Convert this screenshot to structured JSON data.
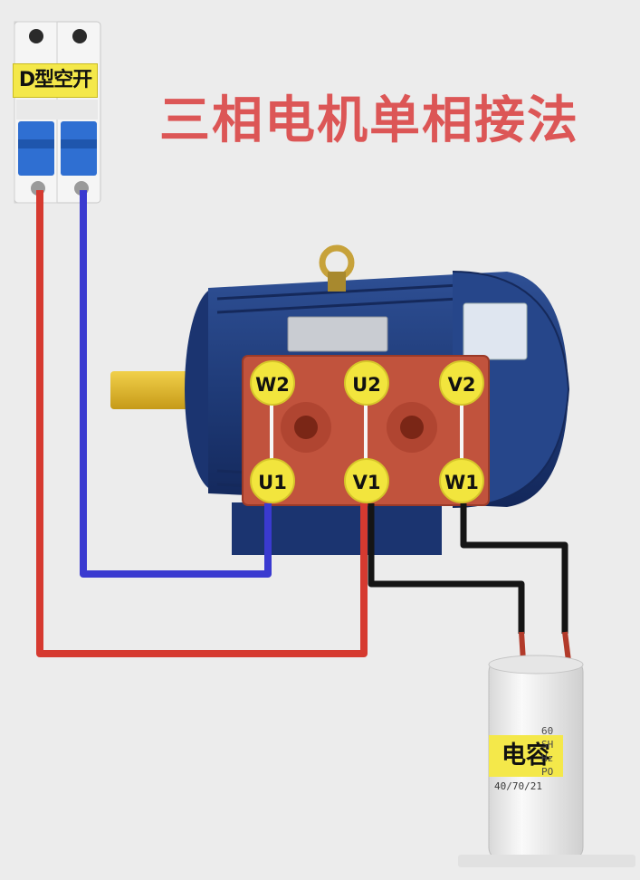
{
  "title": "三相电机单相接法",
  "breaker": {
    "label": "D型空开"
  },
  "terminals": [
    {
      "id": "W2",
      "label": "W2"
    },
    {
      "id": "U2",
      "label": "U2"
    },
    {
      "id": "V2",
      "label": "V2"
    },
    {
      "id": "U1",
      "label": "U1"
    },
    {
      "id": "V1",
      "label": "V1"
    },
    {
      "id": "W1",
      "label": "W1"
    }
  ],
  "capacitor": {
    "label": "电容",
    "rating": "40/70/21",
    "side_codes": [
      "60",
      "SH",
      "Hz",
      "PO"
    ]
  },
  "colors": {
    "background": "#ececec",
    "title": "#dc5656",
    "wire_red": "#d63a30",
    "wire_blue": "#3a3ad0",
    "wire_black": "#151515",
    "terminal_box": "#c1533d",
    "motor_body": "#1f3b78",
    "label_yellow": "#f4e84a"
  }
}
